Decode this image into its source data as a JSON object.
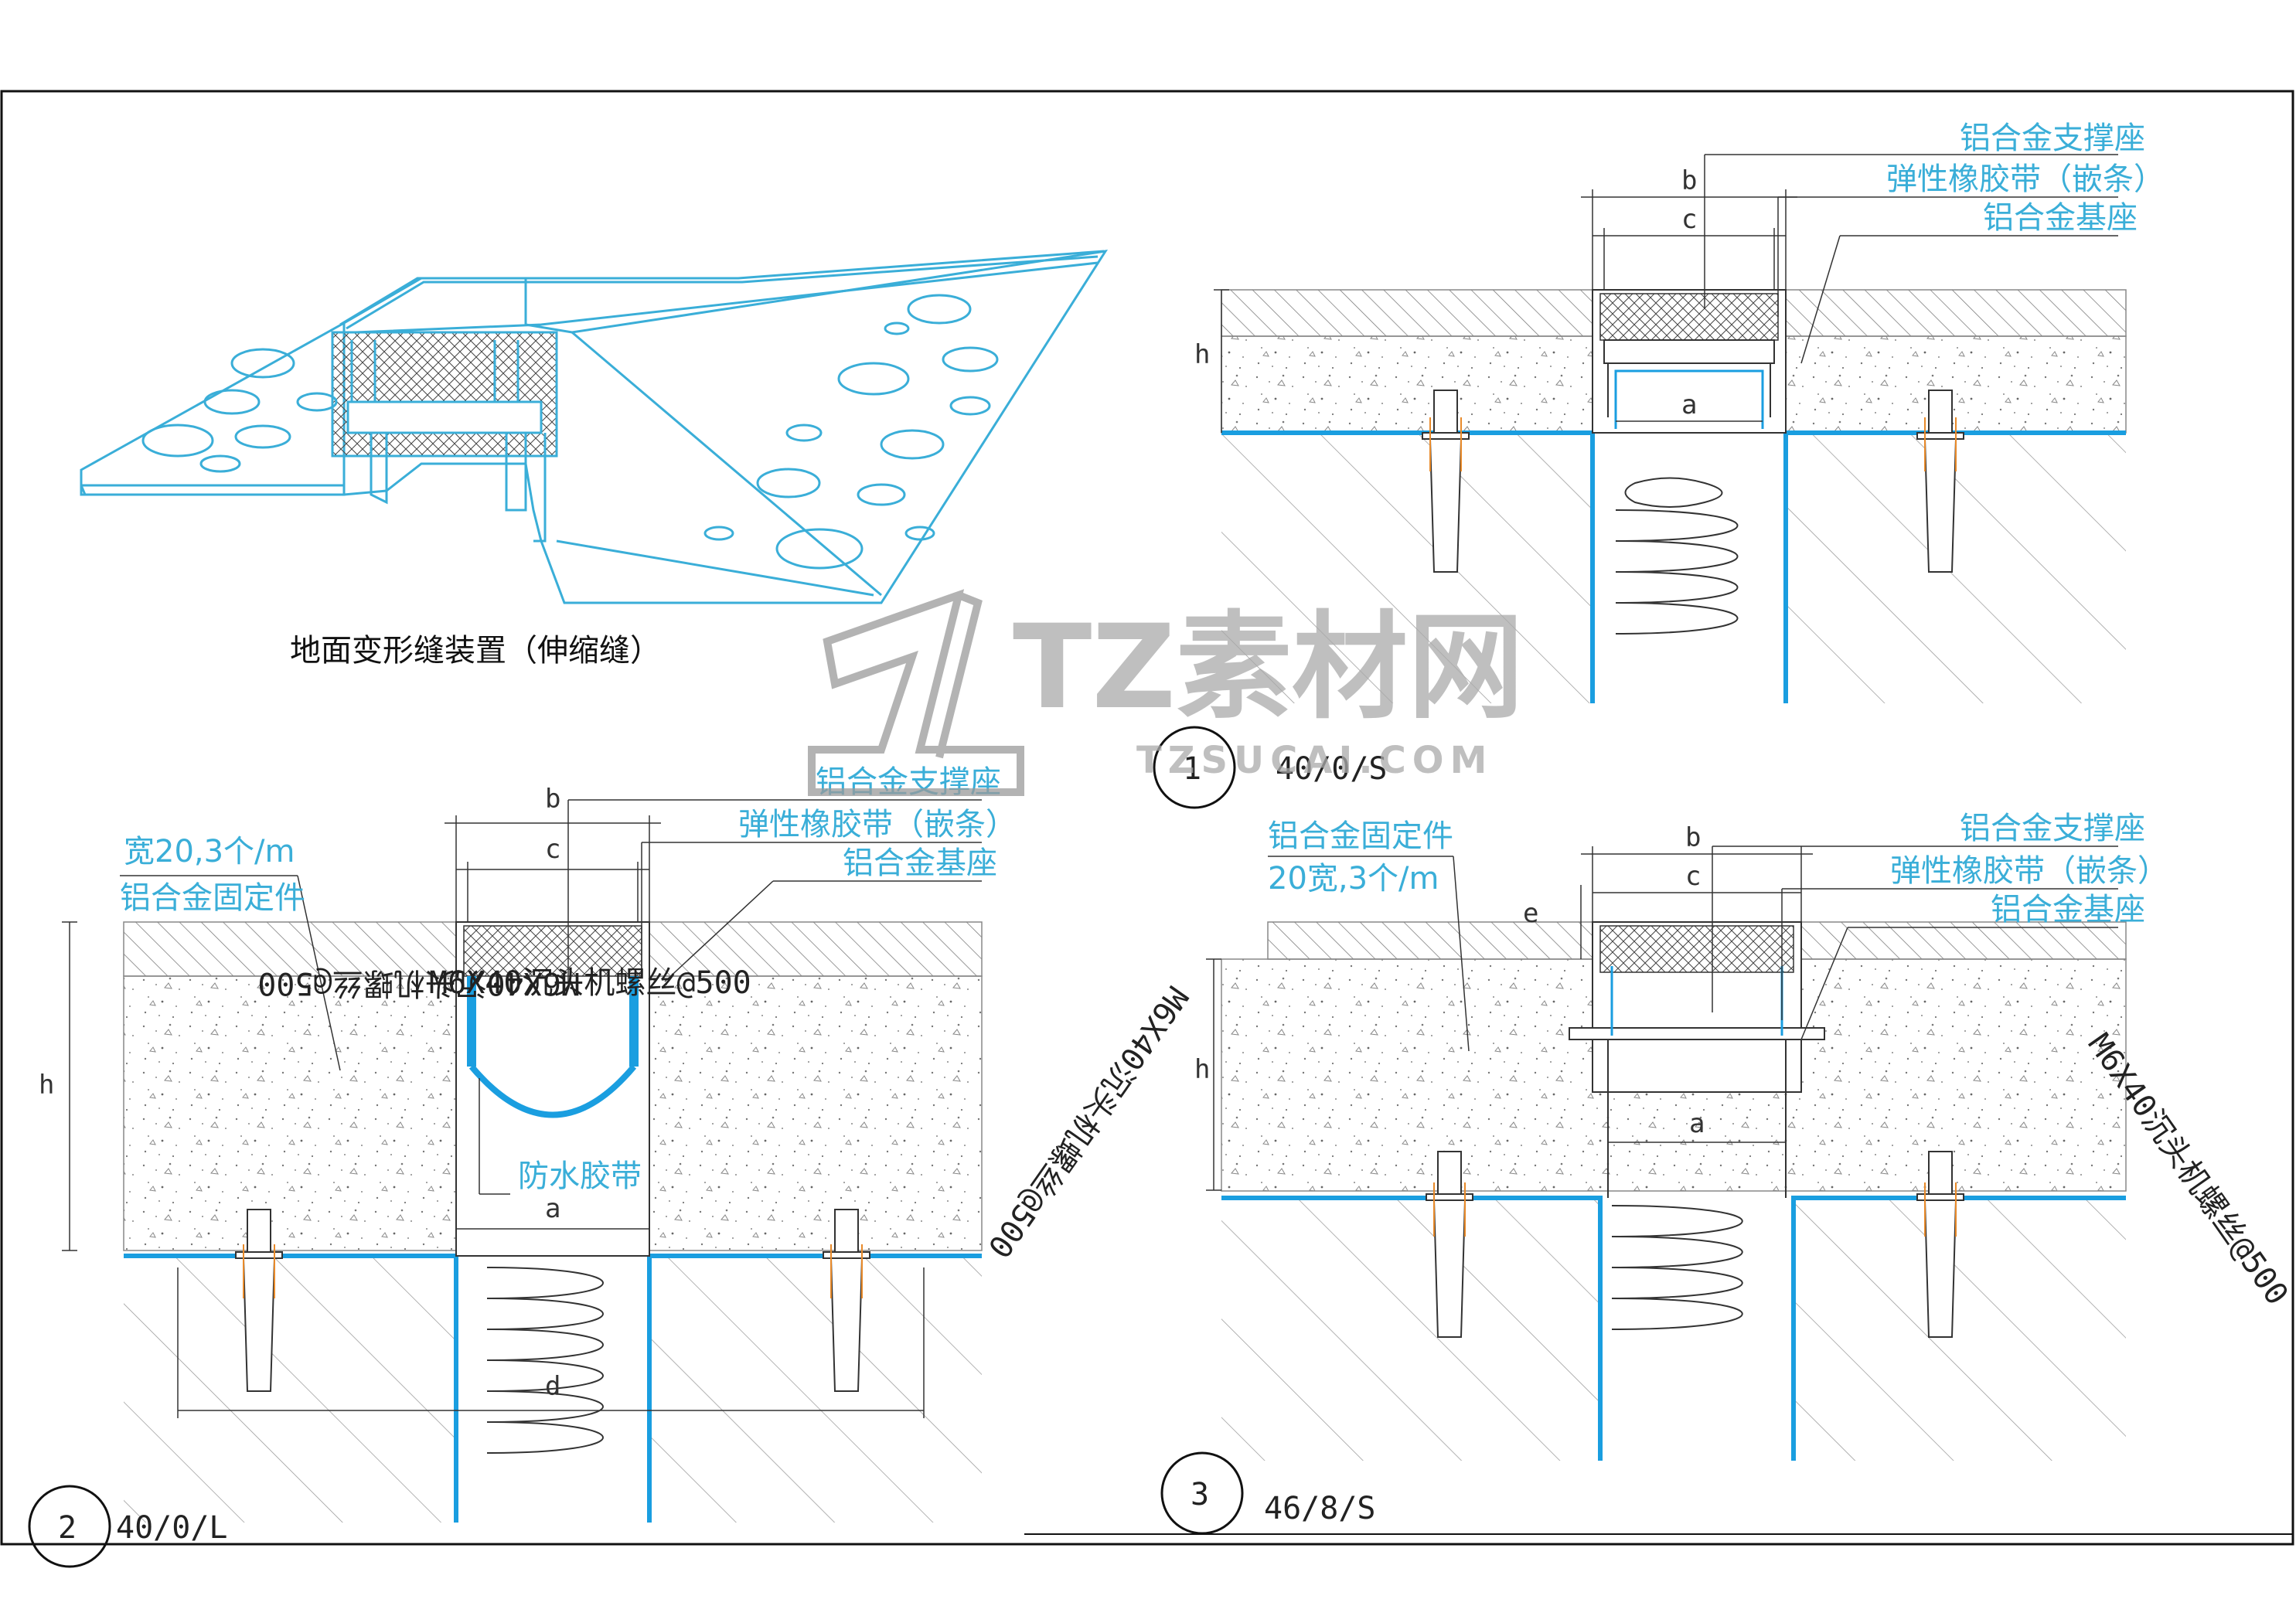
{
  "title_3d": "地面变形缝装置（伸缩缝）",
  "watermark": {
    "brand": "TZ素材网",
    "url": "TZSUCAI.COM"
  },
  "labels": {
    "support": "铝合金支撑座",
    "rubber": "弹性橡胶带（嵌条）",
    "base": "铝合金基座",
    "fixer": "铝合金固定件",
    "fixer_width": "宽20,3个/m",
    "fixer_width_b": "20宽,3个/m",
    "waterproof": "防水胶带",
    "screw_left": "M6X40沉头机螺丝@500",
    "screw_right": "M6X40沉头机螺丝@500"
  },
  "dims": {
    "a": "a",
    "b": "b",
    "c": "c",
    "d": "d",
    "e": "e",
    "h": "h"
  },
  "details": [
    {
      "num": "1",
      "code": "40/0/S"
    },
    {
      "num": "2",
      "code": "40/0/L"
    },
    {
      "num": "3",
      "code": "46/8/S"
    }
  ],
  "colors": {
    "accent": "#1a9ee0",
    "label": "#3aaed8",
    "line": "#333333"
  }
}
